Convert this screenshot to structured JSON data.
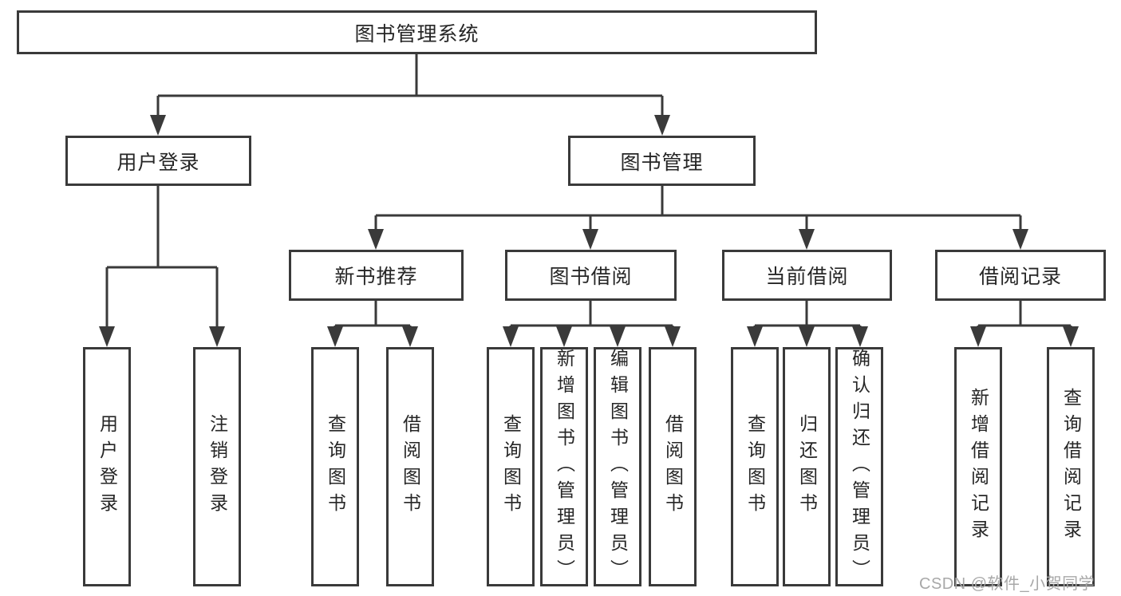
{
  "tree": {
    "label": "图书管理系统",
    "children": [
      {
        "label": "用户登录",
        "children": [
          {
            "label": "用户登录"
          },
          {
            "label": "注销登录"
          }
        ]
      },
      {
        "label": "图书管理",
        "children": [
          {
            "label": "新书推荐",
            "children": [
              {
                "label": "查询图书"
              },
              {
                "label": "借阅图书"
              }
            ]
          },
          {
            "label": "图书借阅",
            "children": [
              {
                "label": "查询图书"
              },
              {
                "label": "新增图书（管理员）"
              },
              {
                "label": "编辑图书（管理员）"
              },
              {
                "label": "借阅图书"
              }
            ]
          },
          {
            "label": "当前借阅",
            "children": [
              {
                "label": "查询图书"
              },
              {
                "label": "归还图书"
              },
              {
                "label": "确认归还（管理员）"
              }
            ]
          },
          {
            "label": "借阅记录",
            "children": [
              {
                "label": "新增借阅记录"
              },
              {
                "label": "查询借阅记录"
              }
            ]
          }
        ]
      }
    ]
  },
  "watermark": "CSDN @软件_小贺同学",
  "colors": {
    "line": "#3a3a3a",
    "text": "#262626",
    "watermark": "#a8a8a8",
    "background": "#ffffff"
  }
}
